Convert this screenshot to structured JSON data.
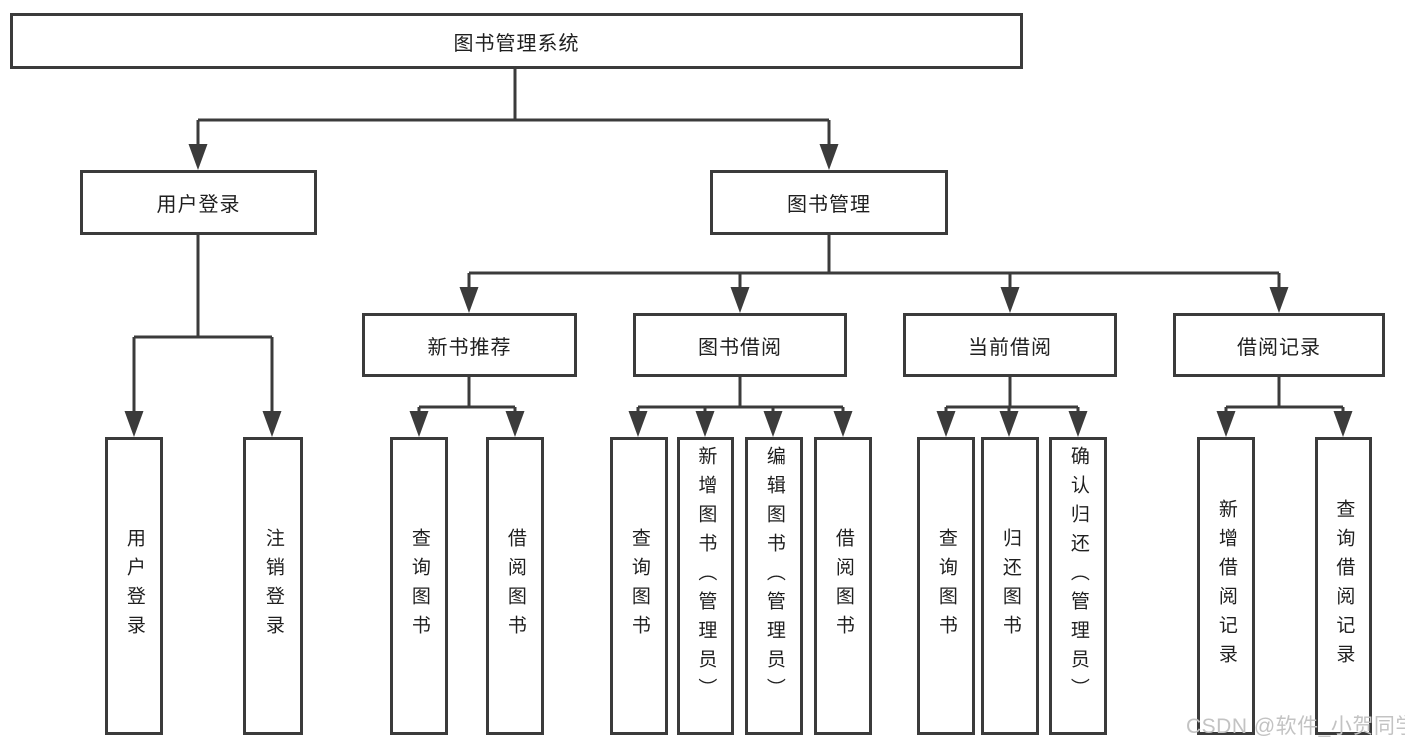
{
  "tree": {
    "label": "图书管理系统",
    "children": [
      {
        "label": "用户登录",
        "children": [
          {
            "label": "用户登录"
          },
          {
            "label": "注销登录"
          }
        ]
      },
      {
        "label": "图书管理",
        "children": [
          {
            "label": "新书推荐",
            "children": [
              {
                "label": "查询图书"
              },
              {
                "label": "借阅图书"
              }
            ]
          },
          {
            "label": "图书借阅",
            "children": [
              {
                "label": "查询图书"
              },
              {
                "label": "新增图书（管理员）"
              },
              {
                "label": "编辑图书（管理员）"
              },
              {
                "label": "借阅图书"
              }
            ]
          },
          {
            "label": "当前借阅",
            "children": [
              {
                "label": "查询图书"
              },
              {
                "label": "归还图书"
              },
              {
                "label": "确认归还（管理员）"
              }
            ]
          },
          {
            "label": "借阅记录",
            "children": [
              {
                "label": "新增借阅记录"
              },
              {
                "label": "查询借阅记录"
              }
            ]
          }
        ]
      }
    ]
  },
  "watermark": "CSDN @软件_小贺同学",
  "colors": {
    "line": "#3b3b3b",
    "text": "#1f1f1f",
    "watermark": "#c3c3c3",
    "background": "#ffffff"
  }
}
